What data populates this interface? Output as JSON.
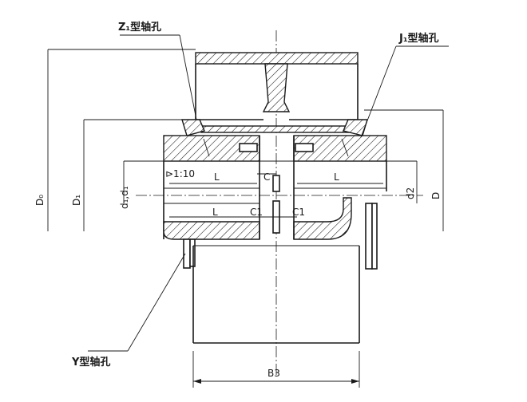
{
  "labels": {
    "z1_bore": "Z₁型轴孔",
    "j1_bore": "J₁型轴孔",
    "y_bore": "Y型轴孔",
    "taper": "⊳1:10"
  },
  "dimensions": {
    "d0": "D₀",
    "d1": "D₁",
    "d": "D",
    "d1_d1": "d₁,d₁",
    "d2": "d2",
    "l_top_left": "L",
    "l_top_right": "L",
    "l_bottom": "L",
    "c": "C",
    "c1_left": "C1",
    "c1_right": "C1",
    "b3": "B3"
  },
  "colors": {
    "line": "#1a1a1a",
    "background": "#ffffff"
  }
}
